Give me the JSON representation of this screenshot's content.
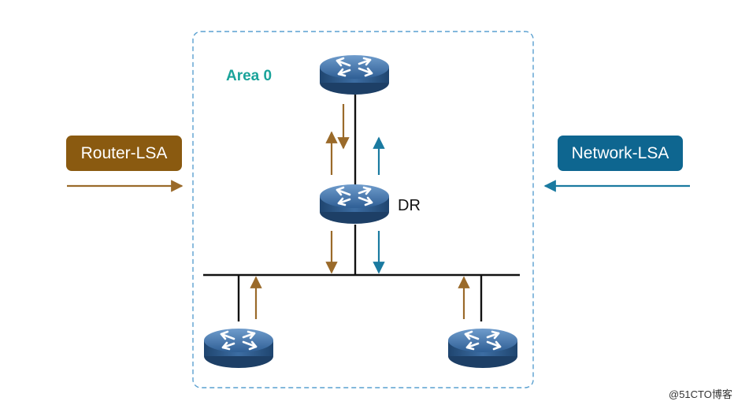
{
  "area": {
    "label": "Area 0"
  },
  "dr": {
    "label": "DR"
  },
  "legend": {
    "router_lsa": {
      "label": "Router-LSA",
      "color": "#8a5a10"
    },
    "network_lsa": {
      "label": "Network-LSA",
      "color": "#0e6690"
    }
  },
  "colors": {
    "router_lsa_arrow": "#9a6a2a",
    "network_lsa_arrow": "#1a7aa0",
    "area_border": "#5aa0d0",
    "bus": "#111111"
  },
  "watermark": "@51CTO博客",
  "router_icon": "router-icon"
}
